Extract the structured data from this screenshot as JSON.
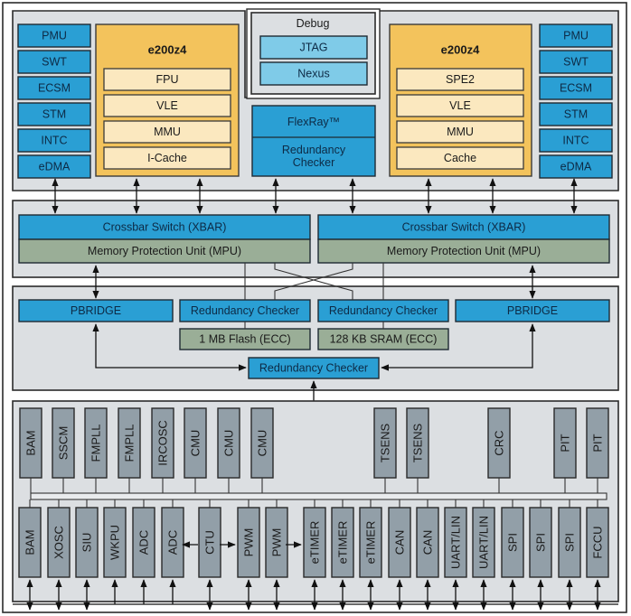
{
  "title": "Dual-core e200z4 MCU Block Diagram",
  "colors": {
    "peripheral_blue": "#2a9fd4",
    "debug_blue": "#7fcbe8",
    "core_orange": "#f3c35c",
    "core_submodule": "#fbe8bf",
    "memory_green": "#9aae97",
    "io_gray": "#929fa8",
    "section_bg": "#dcdfe2"
  },
  "top": {
    "left_system": [
      "PMU",
      "SWT",
      "ECSM",
      "STM",
      "INTC",
      "eDMA"
    ],
    "left_core": {
      "name": "e200z4",
      "units": [
        "FPU",
        "VLE",
        "MMU",
        "I-Cache"
      ]
    },
    "debug": {
      "title": "Debug",
      "units": [
        "JTAG",
        "Nexus"
      ]
    },
    "flexray": {
      "name": "FlexRay™",
      "checker": "Redundancy Checker"
    },
    "right_core": {
      "name": "e200z4",
      "units": [
        "SPE2",
        "VLE",
        "MMU",
        "Cache"
      ]
    },
    "right_system": [
      "PMU",
      "SWT",
      "ECSM",
      "STM",
      "INTC",
      "eDMA"
    ]
  },
  "interconnect": {
    "left": {
      "xbar": "Crossbar Switch (XBAR)",
      "mpu": "Memory Protection Unit (MPU)"
    },
    "right": {
      "xbar": "Crossbar Switch (XBAR)",
      "mpu": "Memory Protection Unit (MPU)"
    }
  },
  "memory": {
    "left_bridge": "PBRIDGE",
    "right_bridge": "PBRIDGE",
    "flash_checker": "Redundancy Checker",
    "sram_checker": "Redundancy Checker",
    "flash": "1 MB Flash (ECC)",
    "sram": "128 KB SRAM (ECC)",
    "bridge_checker": "Redundancy Checker"
  },
  "peripherals": {
    "upper_row": [
      "BAM",
      "SSCM",
      "FMPLL",
      "FMPLL",
      "IRCOSC",
      "CMU",
      "CMU",
      "CMU",
      "TSENS",
      "TSENS",
      "CRC",
      "PIT",
      "PIT"
    ],
    "lower_row": [
      "BAM",
      "XOSC",
      "SIU",
      "WKPU",
      "ADC",
      "ADC",
      "CTU",
      "PWM",
      "PWM",
      "eTIMER",
      "eTIMER",
      "eTIMER",
      "CAN",
      "CAN",
      "UART/LIN",
      "UART/LIN",
      "SPI",
      "SPI",
      "SPI",
      "FCCU"
    ]
  }
}
